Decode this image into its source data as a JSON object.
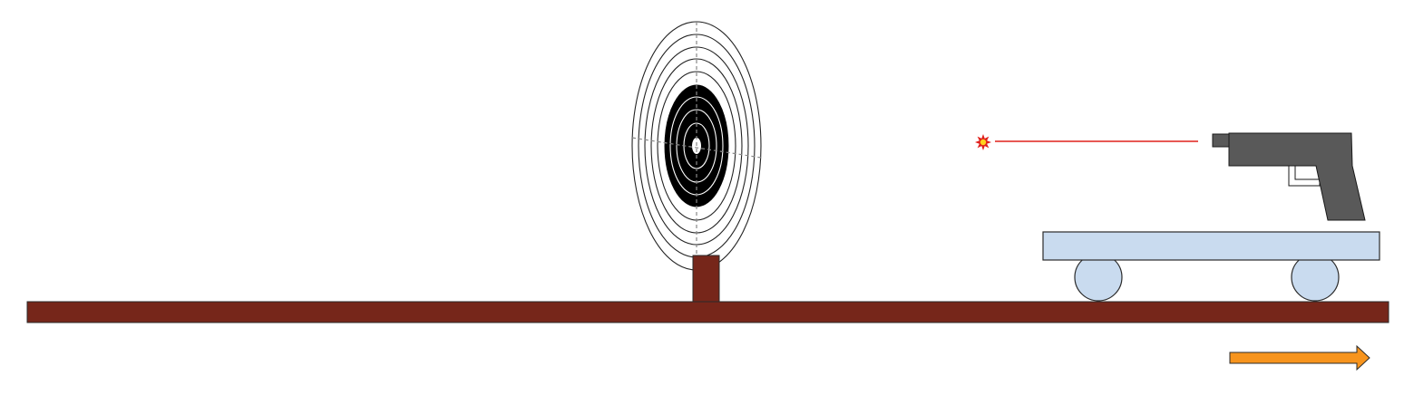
{
  "diagram": {
    "description_free": true,
    "colors": {
      "ground": "#76261a",
      "target_post": "#76261a",
      "target_rings": "#222222",
      "target_bullseye": "#000000",
      "target_cross": "#888888",
      "cart_body": "#c9dbef",
      "cart_outline": "#2b2b2b",
      "gun_body": "#595959",
      "gun_outline": "#1a1a1a",
      "laser_line": "#e0201b",
      "flash_outer": "#e0201b",
      "flash_inner": "#ffd21f",
      "motion_arrow": "#f7941d",
      "motion_arrow_outline": "#2b2b2b"
    },
    "elements": {
      "ground": "ground-rail",
      "target": "target-board",
      "target_post": "target-post",
      "cart": "moving-cart",
      "gun": "pistol",
      "laser": "laser-beam",
      "impact": "muzzle-flash-icon",
      "arrow": "motion-arrow"
    },
    "target_ring_count": 9,
    "bullseye_ring_index_start": 3,
    "motion_direction": "right"
  }
}
